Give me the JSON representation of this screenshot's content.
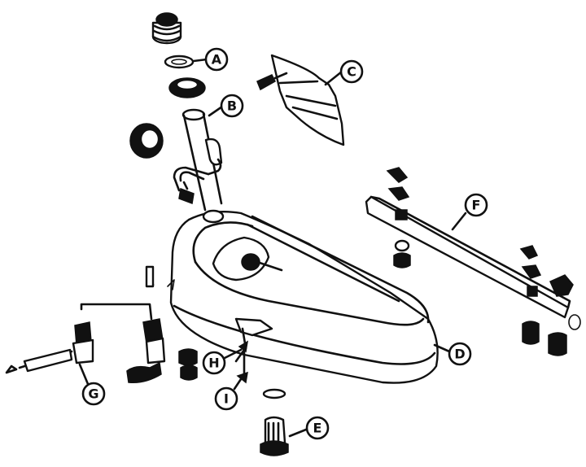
{
  "callouts": {
    "a": "A",
    "b": "B",
    "c": "C",
    "d": "D",
    "e": "E",
    "f": "F",
    "g": "G",
    "h": "H",
    "i": "I"
  },
  "colors": {
    "ink": "#111111",
    "paper": "#ffffff"
  }
}
